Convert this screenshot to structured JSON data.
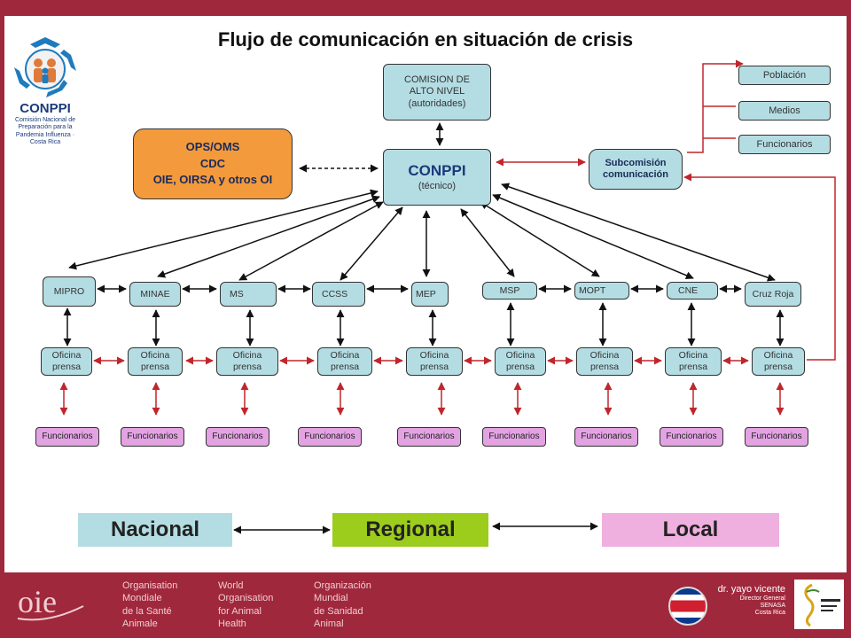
{
  "title": "Flujo de comunicación en situación de crisis",
  "logo": {
    "name": "CONPPI",
    "subtitle": "Comisión Nacional de Preparación para la Pandemia Influenza · Costa Rica"
  },
  "comision": {
    "line1": "COMISION  DE",
    "line2": "ALTO NIVEL",
    "line3": "(autoridades)"
  },
  "conppi": {
    "name": "CONPPI",
    "sub": "(técnico)"
  },
  "ops": {
    "line1": "OPS/OMS",
    "line2": "CDC",
    "line3": "OIE, OIRSA y otros OI"
  },
  "subcomision": {
    "line1": "Subcomisión",
    "line2": "comunicación"
  },
  "right_boxes": [
    "Población",
    "Medios",
    "Funcionarios"
  ],
  "institutions": [
    "MIPRO",
    "MINAE",
    "MS",
    "CCSS",
    "MEP",
    "MSP",
    "MOPT",
    "CNE",
    "Cruz Roja"
  ],
  "oficina": {
    "line1": "Oficina",
    "line2": "prensa"
  },
  "funcionarios": "Funcionarios",
  "legend": {
    "nacional": "Nacional",
    "regional": "Regional",
    "local": "Local"
  },
  "colors": {
    "frame": "#a0283c",
    "box": "#b4dde3",
    "ops": "#f39a3c",
    "funcionarios": "#e3a3e3",
    "nacional": "#b4dde3",
    "regional": "#9ccc1c",
    "local": "#efafdf",
    "red_arrow": "#c0262c"
  },
  "footer": {
    "col1": "Organisation\nMondiale\nde la Santé\nAnimale",
    "col2": "World\nOrganisation\nfor Animal\nHealth",
    "col3": "Organización\nMundial\nde Sanidad\nAnimal",
    "oie": "oie",
    "presenter": {
      "name": "dr. yayo vicente",
      "role": "Director General",
      "org": "SENASA",
      "country": "Costa Rica"
    }
  }
}
